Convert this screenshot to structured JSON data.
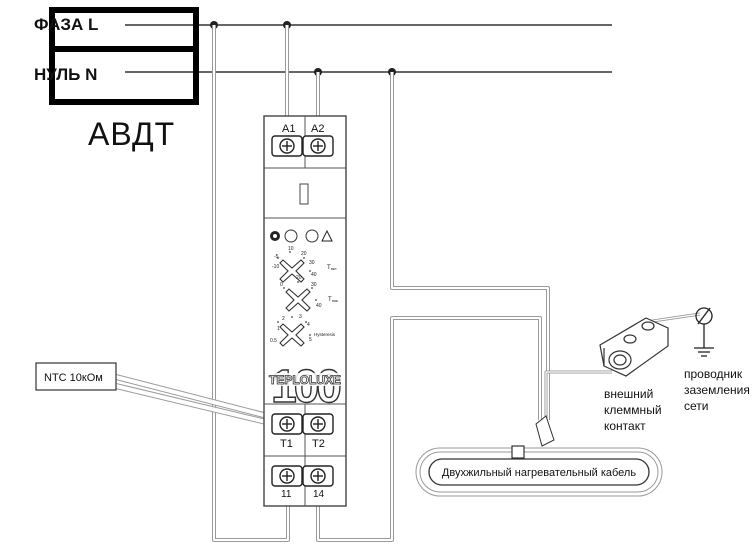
{
  "breaker": {
    "phase_label": "ФАЗА L",
    "neutral_label": "НУЛЬ N",
    "name": "АВДТ"
  },
  "relay": {
    "terminal_a1": "A1",
    "terminal_a2": "A2",
    "terminal_t1": "T1",
    "terminal_t2": "T2",
    "terminal_11": "11",
    "terminal_14": "14",
    "brand": "TEPLOLUXE",
    "model_number": "100",
    "knob_labels": {
      "t_on": "T",
      "t_on_sub": "вкл",
      "t_off": "T",
      "t_off_sub": "вык",
      "hysteresis": "Hysteresis"
    },
    "scale_marks": [
      "-10",
      "-5",
      "0",
      "10",
      "20",
      "30",
      "40",
      "1",
      "2",
      "3",
      "4",
      "5",
      "0.5"
    ]
  },
  "sensor": {
    "label": "NTC 10кОм"
  },
  "heating_cable": {
    "label": "Двухжильный нагревательный кабель"
  },
  "external_contact": {
    "label_lines": [
      "внешний",
      "клеммный",
      "контакт"
    ]
  },
  "ground": {
    "label_lines": [
      "проводник",
      "заземления",
      "сети"
    ]
  },
  "colors": {
    "wire": "#333333",
    "wire_outline": "#9a9a9a",
    "frame": "#000000"
  }
}
